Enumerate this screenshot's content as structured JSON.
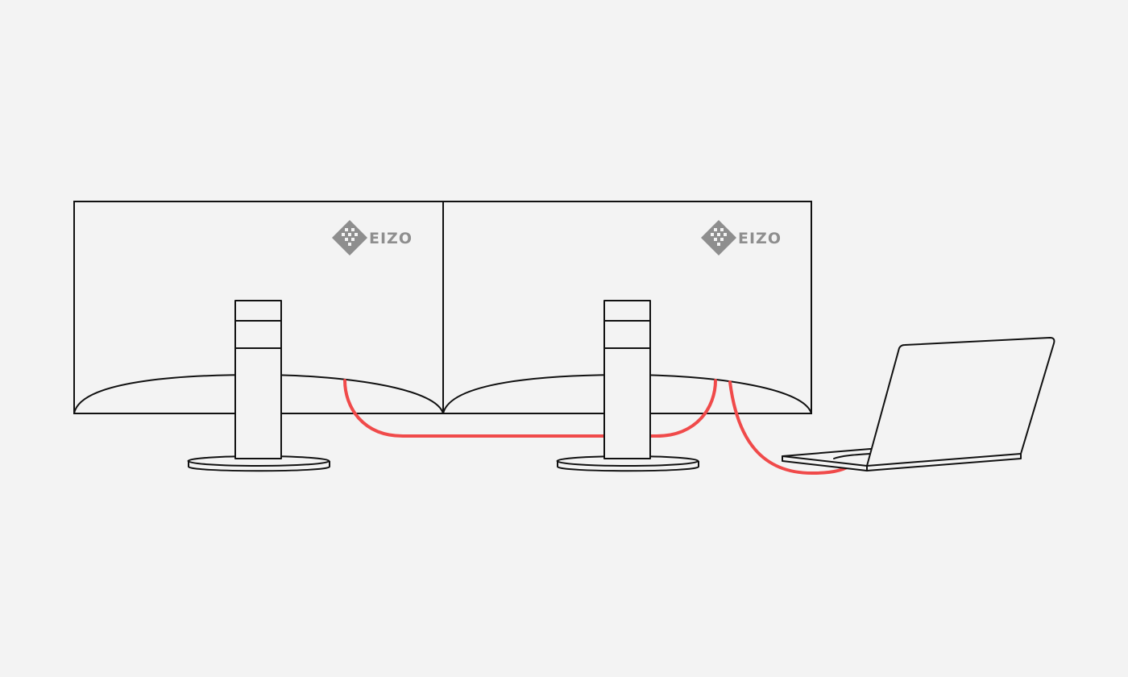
{
  "colors": {
    "background": "#f3f3f3",
    "line": "#111111",
    "cable": "#f04a4a",
    "logo": "#8e8e8e"
  },
  "monitors": [
    {
      "name": "left-monitor",
      "brand": "EIZO"
    },
    {
      "name": "right-monitor",
      "brand": "EIZO"
    }
  ],
  "laptop": {
    "name": "laptop"
  },
  "connections": [
    {
      "from": "left-monitor",
      "to": "right-monitor",
      "type": "daisy-chain-cable"
    },
    {
      "from": "right-monitor",
      "to": "laptop",
      "type": "input-cable"
    }
  ]
}
